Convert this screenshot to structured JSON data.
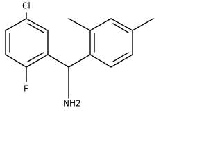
{
  "molecule": {
    "atom_labels": {
      "chlorine": "Cl",
      "fluorine": "F",
      "amine": "NH2"
    }
  }
}
